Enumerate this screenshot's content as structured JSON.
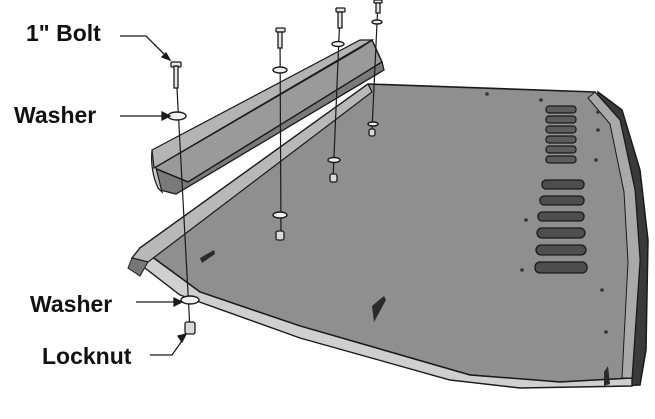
{
  "callouts": {
    "bolt": "1\" Bolt",
    "washer_top": "Washer",
    "washer_bottom": "Washer",
    "locknut": "Locknut"
  },
  "colors": {
    "plate_fill": "#8f8f8f",
    "plate_shadow": "#6e6e6e",
    "plate_edge": "#bdbdbd",
    "outline": "#1a1a1a",
    "label_text": "#111111"
  }
}
